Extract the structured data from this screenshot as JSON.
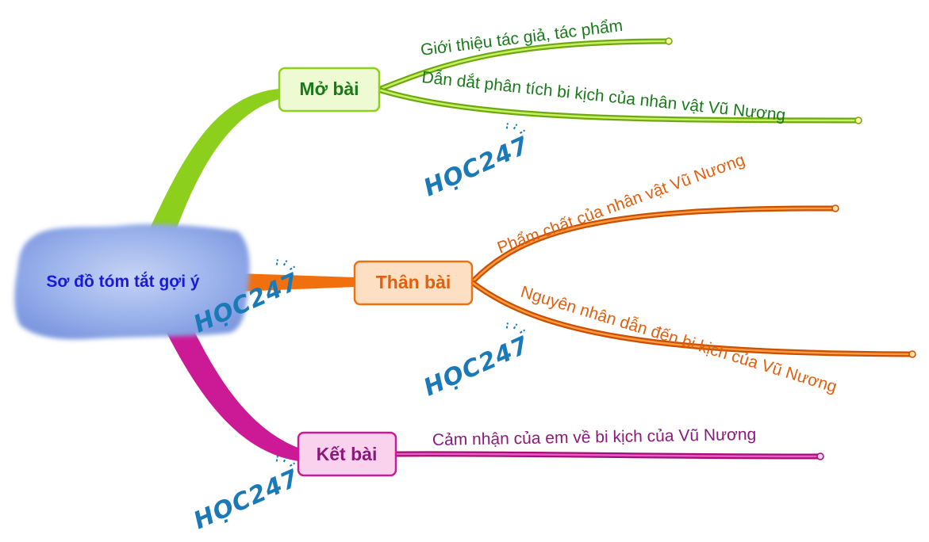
{
  "central": {
    "label": "Sơ đồ tóm tắt gợi ý",
    "text_color": "#1a1ad6",
    "cloud_color": "#8fa8e8"
  },
  "branches": [
    {
      "label": "Mở bài",
      "color": "#8ccf1c",
      "box_fill": "#eefbd2",
      "text_color": "#1a7a1a",
      "leaves": [
        "Giới thiệu tác giả, tác phẩm",
        "Dẫn dắt phân tích bi kịch của nhân vật Vũ Nương"
      ]
    },
    {
      "label": "Thân bài",
      "color": "#f07010",
      "box_fill": "#fde0c4",
      "text_color": "#e06010",
      "leaves": [
        "Phẩm chất của nhân vật Vũ Nương",
        "Nguyên nhân dẫn đến bi kịch của Vũ Nương"
      ]
    },
    {
      "label": "Kết bài",
      "color": "#cc1a96",
      "box_fill": "#fad2ee",
      "text_color": "#8a1a7a",
      "leaves": [
        "Cảm nhận của em về bi kịch của Vũ Nương"
      ]
    }
  ],
  "watermark": {
    "text": "HỌC247",
    "color": "#1a7ab8"
  }
}
